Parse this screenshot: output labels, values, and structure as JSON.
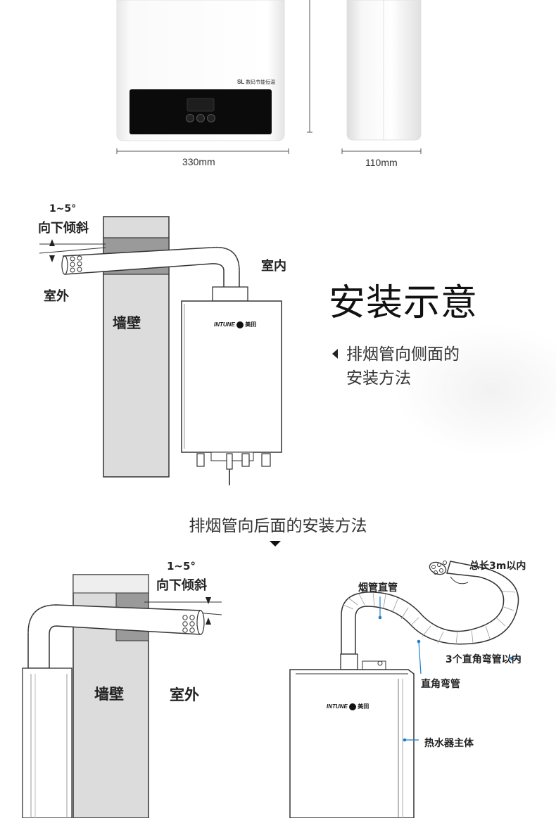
{
  "top": {
    "front_width": "330mm",
    "side_width": "110mm",
    "panel_model": "SL",
    "panel_text": "数码节能恒温"
  },
  "side_install": {
    "angle": "1~5°",
    "tilt": "向下倾斜",
    "outdoor": "室外",
    "indoor": "室内",
    "wall": "墙壁",
    "brand": "INTUNE",
    "brand_cn": "美田"
  },
  "info": {
    "title": "安装示意",
    "line1": "排烟管向侧面的",
    "line2": "安装方法"
  },
  "rear_section": {
    "caption": "排烟管向后面的安装方法"
  },
  "rear_install": {
    "angle": "1~5°",
    "tilt": "向下倾斜",
    "wall": "墙壁",
    "outdoor": "室外"
  },
  "diagram": {
    "total_length": "总长3m以内",
    "straight_pipe": "烟管直管",
    "elbows_limit": "3个直角弯管以内",
    "elbow": "直角弯管",
    "main_body": "热水器主体",
    "brand": "INTUNE",
    "brand_cn": "美田"
  }
}
